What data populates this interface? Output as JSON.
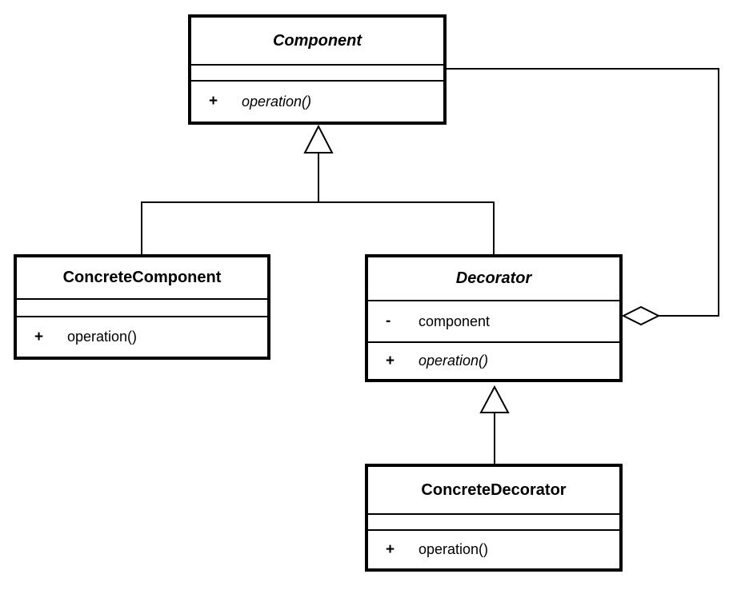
{
  "diagram": {
    "kind": "uml-class-diagram",
    "pattern": "Decorator",
    "colors": {
      "background": "#ffffff",
      "line": "#000000",
      "box_fill": "#ffffff",
      "text": "#000000"
    },
    "classes": [
      {
        "name": "Component",
        "abstract": true,
        "attributes": [],
        "operations": [
          {
            "visibility": "+",
            "name": "operation()",
            "abstract": true
          }
        ]
      },
      {
        "name": "ConcreteComponent",
        "abstract": false,
        "attributes": [],
        "operations": [
          {
            "visibility": "+",
            "name": "operation()",
            "abstract": false
          }
        ]
      },
      {
        "name": "Decorator",
        "abstract": true,
        "attributes": [
          {
            "visibility": "-",
            "name": "component"
          }
        ],
        "operations": [
          {
            "visibility": "+",
            "name": "operation()",
            "abstract": true
          }
        ]
      },
      {
        "name": "ConcreteDecorator",
        "abstract": false,
        "attributes": [],
        "operations": [
          {
            "visibility": "+",
            "name": "operation()",
            "abstract": false
          }
        ]
      }
    ],
    "relationships": [
      {
        "type": "generalization",
        "from": "ConcreteComponent",
        "to": "Component"
      },
      {
        "type": "generalization",
        "from": "Decorator",
        "to": "Component"
      },
      {
        "type": "generalization",
        "from": "ConcreteDecorator",
        "to": "Decorator"
      },
      {
        "type": "aggregation",
        "owner": "Decorator",
        "part": "Component"
      }
    ]
  }
}
